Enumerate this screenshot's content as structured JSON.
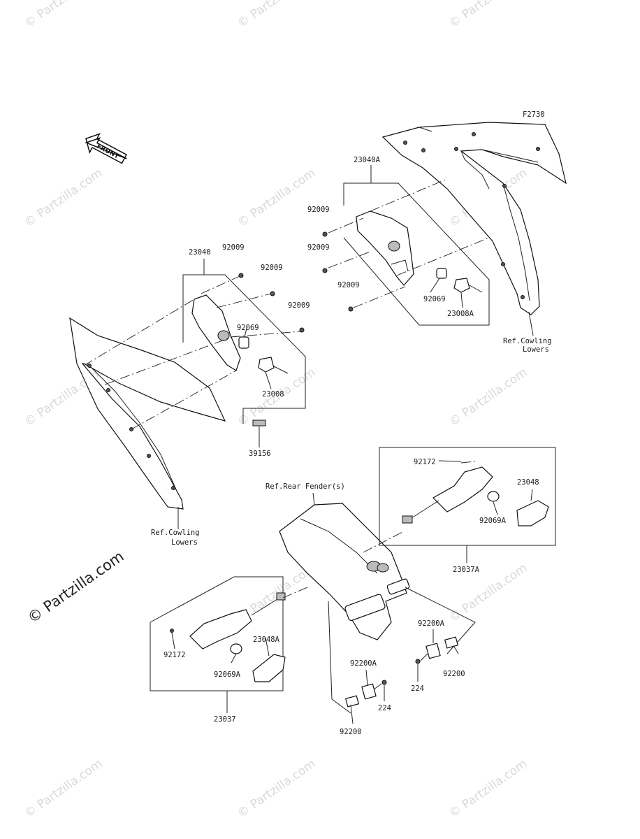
{
  "figure_id": "F2730",
  "front_arrow": "FRONT",
  "watermark": "© Partzilla.com",
  "watermark_big": "© Partzilla.com",
  "parts": {
    "p23040A": "23040A",
    "p23040": "23040",
    "p92009_a": "92009",
    "p92009_b": "92009",
    "p92009_c": "92009",
    "p92009_d": "92009",
    "p92009_e": "92009",
    "p92009_f": "92009",
    "p92069_a": "92069",
    "p92069_b": "92069",
    "p23008A": "23008A",
    "p23008": "23008",
    "p39156": "39156",
    "p92172_a": "92172",
    "p92172_b": "92172",
    "p23048": "23048",
    "p23048A": "23048A",
    "p92069A_a": "92069A",
    "p92069A_b": "92069A",
    "p23037A": "23037A",
    "p23037": "23037",
    "p92200A_a": "92200A",
    "p92200A_b": "92200A",
    "p92200_a": "92200",
    "p92200_b": "92200",
    "p224_a": "224",
    "p224_b": "224"
  },
  "refs": {
    "cowl_r_1": "Ref.Cowling",
    "cowl_r_2": "Lowers",
    "cowl_l_1": "Ref.Cowling",
    "cowl_l_2": "Lowers",
    "fender": "Ref.Rear Fender(s)"
  }
}
